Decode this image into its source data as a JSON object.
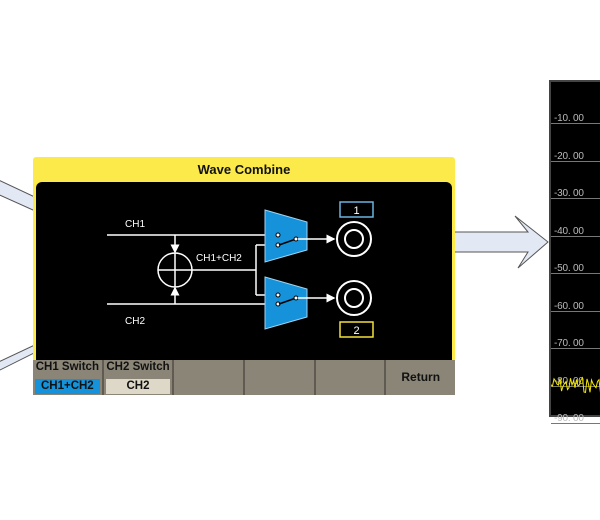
{
  "panel": {
    "title": "Wave Combine",
    "diagram": {
      "ch1_label": "CH1",
      "ch2_label": "CH2",
      "sum_label": "CH1+CH2",
      "output1_label": "1",
      "output2_label": "2",
      "output1_color": "#6ab4e0",
      "output2_color": "#f2e03a",
      "mux_color": "#1592d9"
    },
    "softkeys": [
      {
        "label": "CH1 Switch",
        "value": "CH1+CH2",
        "state": "active"
      },
      {
        "label": "CH2 Switch",
        "value": "CH2",
        "state": "inactive"
      },
      {
        "label": ""
      },
      {
        "label": ""
      },
      {
        "label": ""
      },
      {
        "label": "Return"
      }
    ]
  },
  "spectrum": {
    "tick_labels": [
      "-10. 00",
      "-20. 00",
      "-30. 00",
      "-40. 00",
      "-50. 00",
      "-60. 00",
      "-70. 00",
      "-80. 00",
      "-90. 00"
    ],
    "trace_color": "#f2e600"
  }
}
